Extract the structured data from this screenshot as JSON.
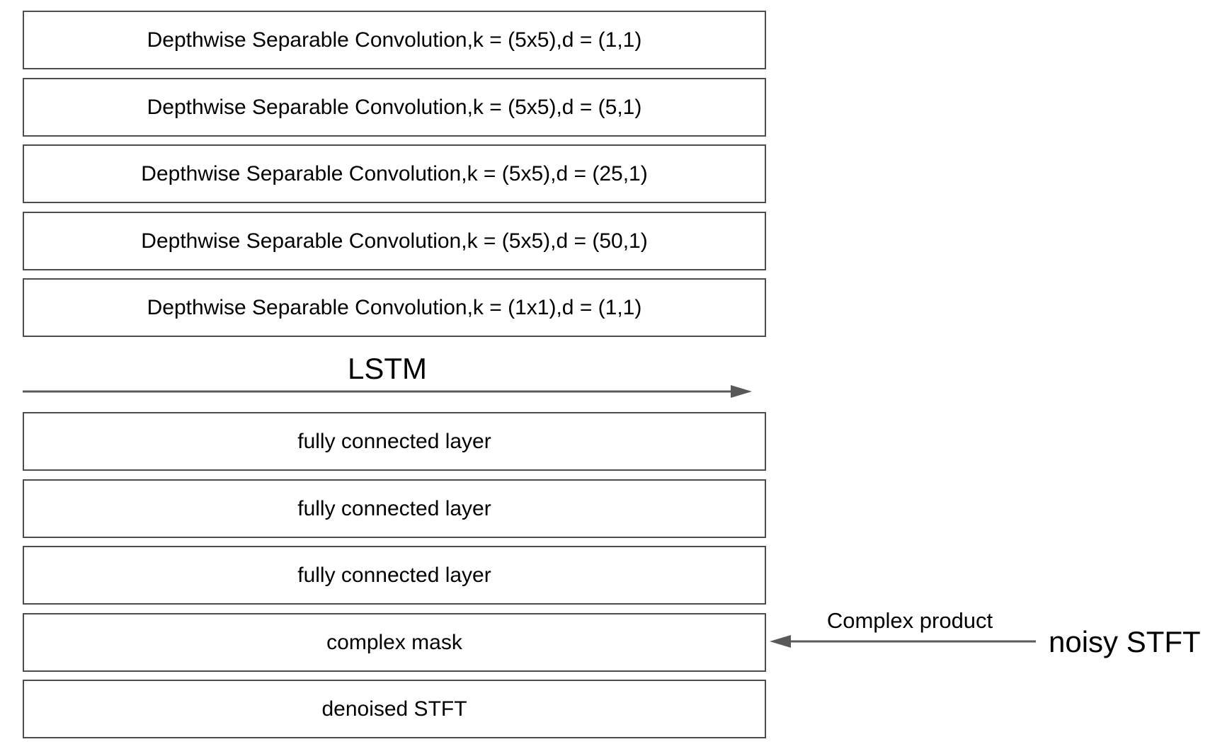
{
  "diagram": {
    "title_hint": "denoising network architecture",
    "conv_layers": [
      {
        "label": "Depthwise Separable Convolution,k = (5x5),d = (1,1)"
      },
      {
        "label": "Depthwise Separable Convolution,k = (5x5),d = (5,1)"
      },
      {
        "label": "Depthwise Separable Convolution,k = (5x5),d = (25,1)"
      },
      {
        "label": "Depthwise Separable Convolution,k = (5x5),d = (50,1)"
      },
      {
        "label": "Depthwise Separable Convolution,k = (1x1),d = (1,1)"
      }
    ],
    "lstm_label": "LSTM",
    "fc_layers": [
      {
        "label": "fully connected layer"
      },
      {
        "label": "fully connected layer"
      },
      {
        "label": "fully connected layer"
      }
    ],
    "complex_mask_label": "complex mask",
    "denoised_stft_label": "denoised STFT",
    "complex_product_label": "Complex product",
    "noisy_stft_label": "noisy STFT",
    "colors": {
      "box_border": "#4d4d4d",
      "arrow": "#595959",
      "text": "#000000",
      "background": "#ffffff"
    }
  }
}
